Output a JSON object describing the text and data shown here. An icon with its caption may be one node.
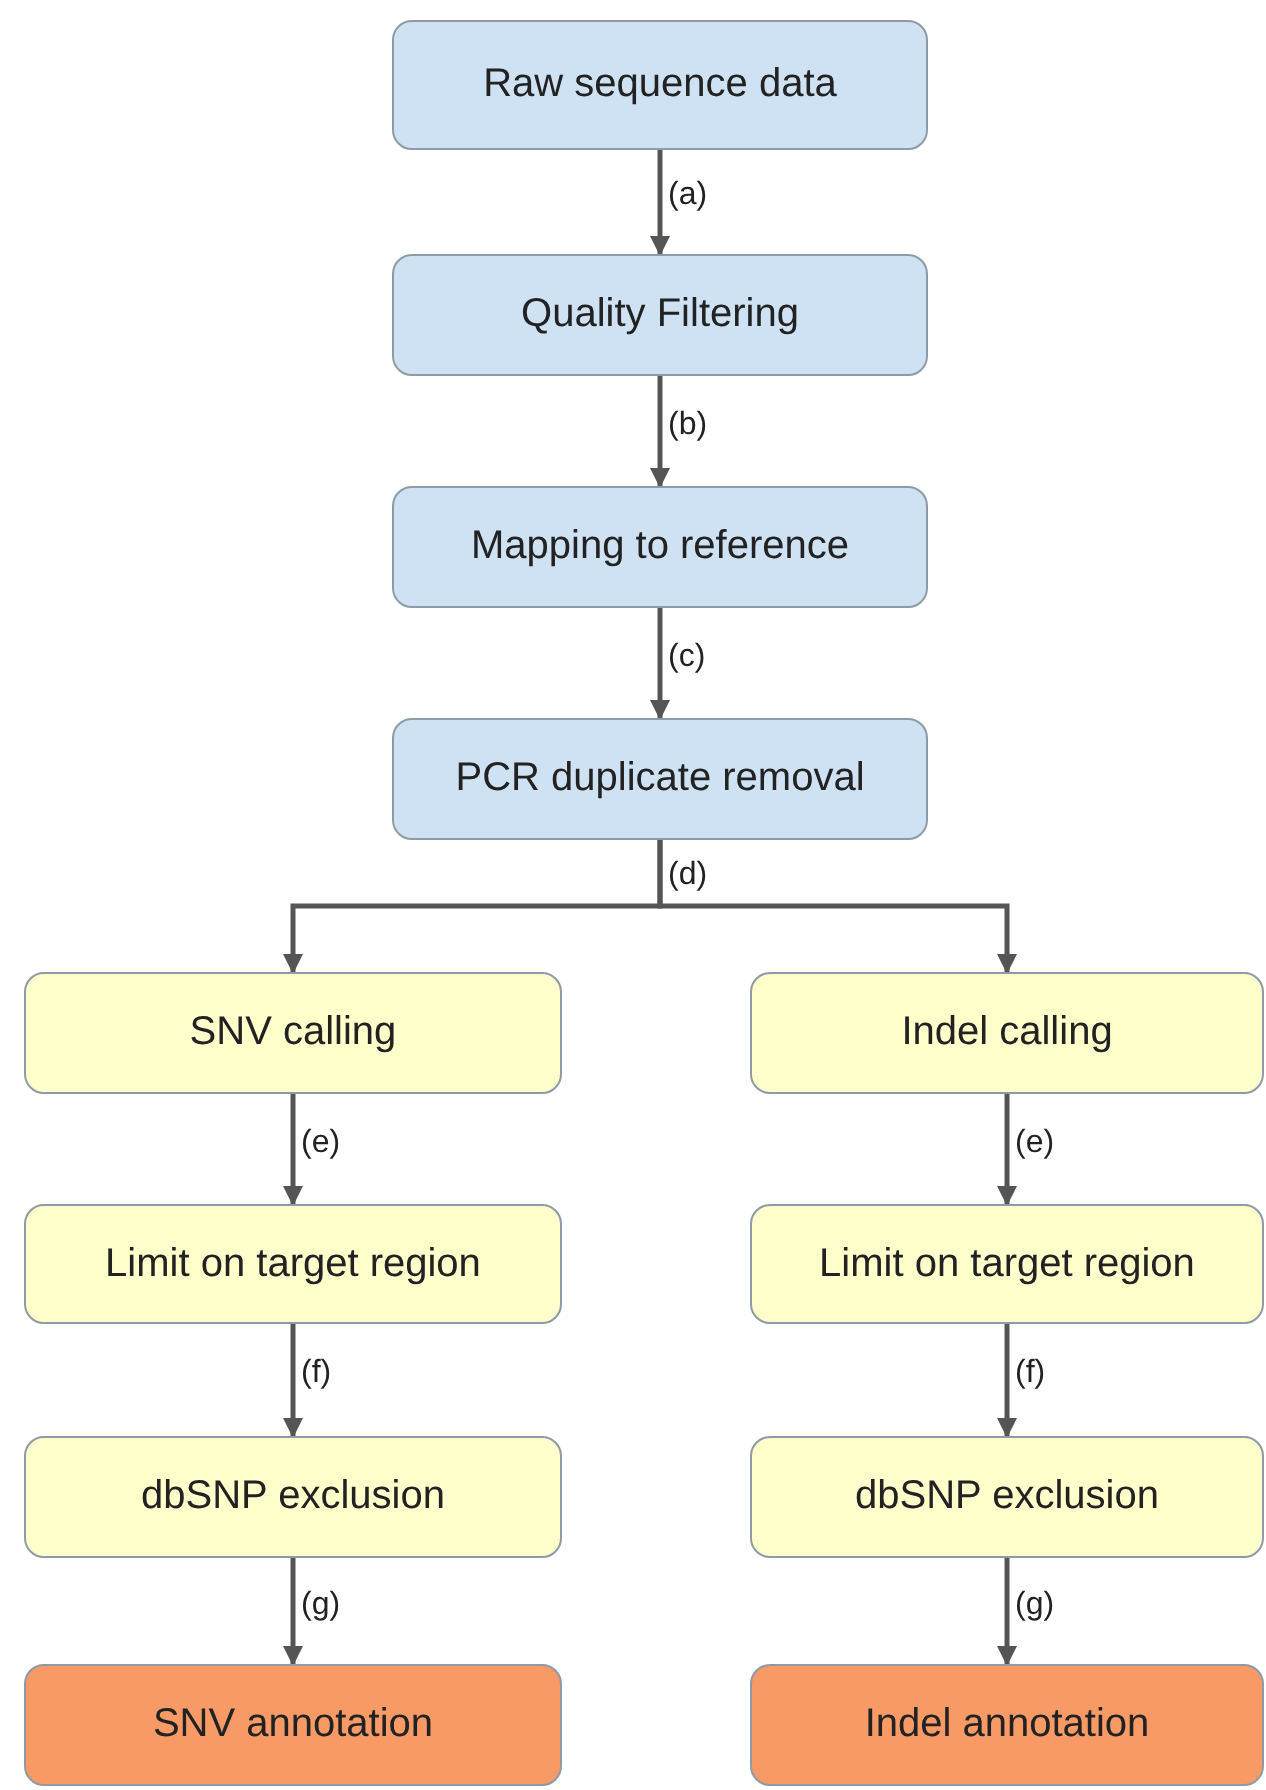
{
  "diagram": {
    "nodes": [
      {
        "text": [
          "Raw sequence data"
        ]
      },
      {
        "text": [
          "Quality Filtering"
        ]
      },
      {
        "text": [
          "Mapping to reference"
        ]
      },
      {
        "text": [
          "PCR duplicate removal"
        ]
      },
      {
        "text": [
          "SNV calling"
        ]
      },
      {
        "text": [
          "Limit on target region"
        ]
      },
      {
        "text": [
          "dbSNP exclusion"
        ]
      },
      {
        "text": [
          "SNV annotation"
        ]
      },
      {
        "text": [
          "Indel calling"
        ]
      },
      {
        "text": [
          "Limit on target region"
        ]
      },
      {
        "text": [
          "dbSNP exclusion"
        ]
      },
      {
        "text": [
          "Indel annotation"
        ]
      }
    ],
    "edges": [
      {
        "from": 0,
        "to": 1,
        "arrow": "to",
        "label": "(a)"
      },
      {
        "from": 1,
        "to": 2,
        "arrow": "to",
        "label": "(b)"
      },
      {
        "from": 2,
        "to": 3,
        "arrow": "to",
        "label": "(c)"
      },
      {
        "from": 3,
        "to": 4,
        "arrow": "to",
        "label": "(d)"
      },
      {
        "from": 3,
        "to": 8,
        "arrow": "to"
      },
      {
        "from": 4,
        "to": 5,
        "arrow": "to",
        "label": "(e)"
      },
      {
        "from": 5,
        "to": 6,
        "arrow": "to",
        "label": "(f)"
      },
      {
        "from": 6,
        "to": 7,
        "arrow": "to",
        "label": "(g)"
      },
      {
        "from": 8,
        "to": 9,
        "arrow": "to",
        "label": "(e)"
      },
      {
        "from": 9,
        "to": 10,
        "arrow": "to",
        "label": "(f)"
      },
      {
        "from": 10,
        "to": 11,
        "arrow": "to",
        "label": "(g)"
      }
    ]
  }
}
